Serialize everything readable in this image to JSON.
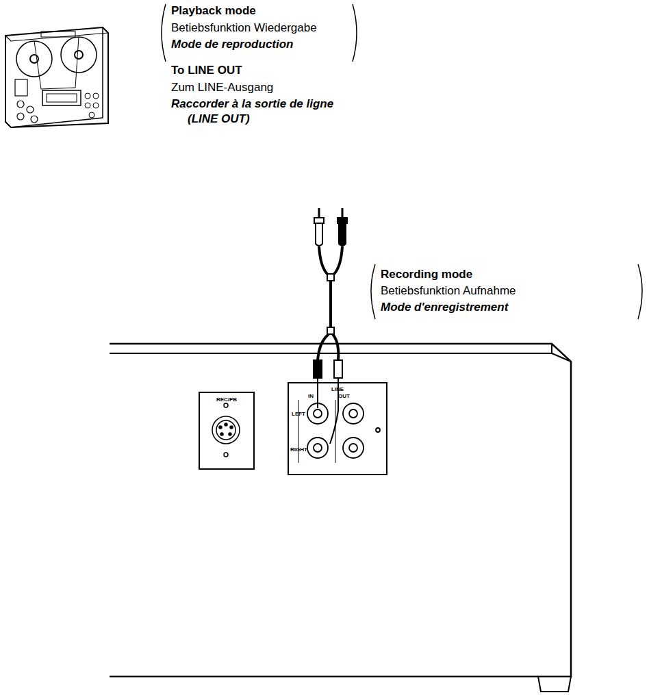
{
  "diagram": {
    "nodes": [
      {
        "text": [
          "REC/PB"
        ]
      },
      {
        "text": [
          "LINE",
          "IN",
          "OUT",
          "LEFT",
          "RIGHT"
        ]
      }
    ],
    "labels": [
      "Playback mode",
      "Betiebsfunktion Wiedergabe",
      "Mode de reproduction",
      "To LINE OUT",
      "Zum LINE-Ausgang",
      "Raccorder à la sortie de ligne (LINE OUT)",
      "Recording mode",
      "Betiebsfunktion Aufnahme",
      "Mode d'enregistrement"
    ]
  }
}
